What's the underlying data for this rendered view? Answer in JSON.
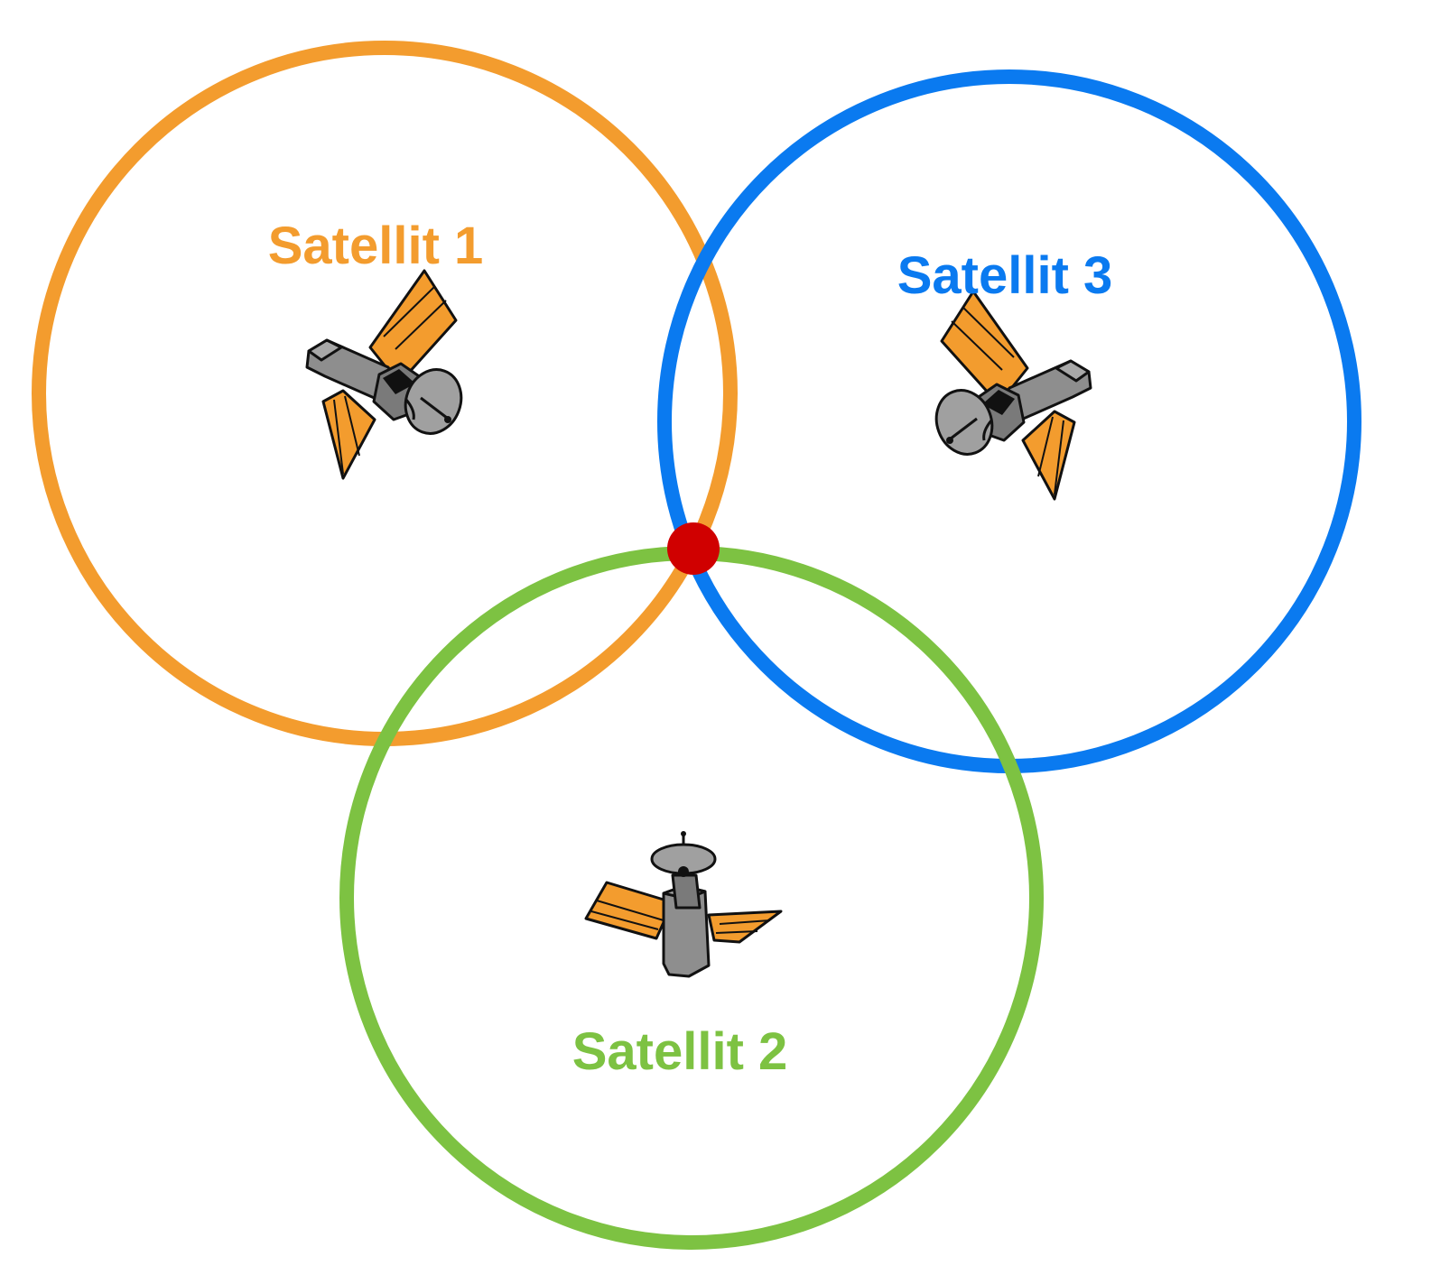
{
  "colors": {
    "satellite_1": "#F39C2E",
    "satellite_2": "#7DC242",
    "satellite_3": "#0A7AF0",
    "intersection_point": "#D00000",
    "panel_fill": "#F39C2E",
    "body_fill": "#8E8E8E",
    "body_fill_light": "#A8A8A8"
  },
  "satellites": [
    {
      "label": "Satellit 1",
      "icon": "satellite-icon"
    },
    {
      "label": "Satellit 2",
      "icon": "satellite-icon"
    },
    {
      "label": "Satellit 3",
      "icon": "satellite-icon"
    }
  ],
  "intersection": {
    "icon": "position-dot"
  }
}
